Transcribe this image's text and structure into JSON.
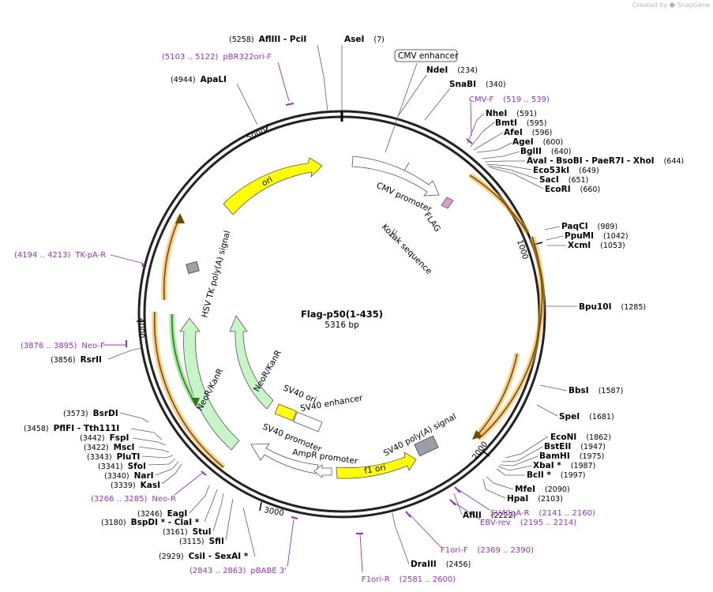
{
  "header": {
    "created_by": "Created by",
    "brand": "SnapGene"
  },
  "plasmid": {
    "name": "Flag-p50(1-435)",
    "length_label": "5316 bp"
  },
  "ticks": [
    "1000",
    "2000",
    "3000",
    "4000",
    "5000"
  ],
  "enzymes": [
    {
      "name": "AflIII  - PciI",
      "pos": "(5258)"
    },
    {
      "name": "AseI",
      "pos": "(7)"
    },
    {
      "name": "ApaLI",
      "pos": "(4944)"
    },
    {
      "name": "NdeI",
      "pos": "(234)"
    },
    {
      "name": "SnaBI",
      "pos": "(340)"
    },
    {
      "name": "NheI",
      "pos": "(591)"
    },
    {
      "name": "BmtI",
      "pos": "(595)"
    },
    {
      "name": "AfeI",
      "pos": "(596)"
    },
    {
      "name": "AgeI",
      "pos": "(600)"
    },
    {
      "name": "BglII",
      "pos": "(640)"
    },
    {
      "name": "AvaI   - BsoBI   - PaeR7I   - XhoI",
      "pos": "(644)"
    },
    {
      "name": "Eco53kI",
      "pos": "(649)"
    },
    {
      "name": "SacI",
      "pos": "(651)"
    },
    {
      "name": "EcoRI",
      "pos": "(660)"
    },
    {
      "name": "PaqCI",
      "pos": "(989)"
    },
    {
      "name": "PpuMI",
      "pos": "(1042)"
    },
    {
      "name": "XcmI",
      "pos": "(1053)"
    },
    {
      "name": "Bpu10I",
      "pos": "(1285)"
    },
    {
      "name": "BbsI",
      "pos": "(1587)"
    },
    {
      "name": "SpeI",
      "pos": "(1681)"
    },
    {
      "name": "EcoNI",
      "pos": "(1862)"
    },
    {
      "name": "BstEII",
      "pos": "(1947)"
    },
    {
      "name": "BamHI",
      "pos": "(1975)"
    },
    {
      "name": "XbaI *",
      "pos": "(1987)"
    },
    {
      "name": "BclI *",
      "pos": "(1997)"
    },
    {
      "name": "MfeI",
      "pos": "(2090)"
    },
    {
      "name": "HpaI",
      "pos": "(2103)"
    },
    {
      "name": "AflII",
      "pos": "(2222)"
    },
    {
      "name": "DraIII",
      "pos": "(2456)"
    },
    {
      "name": "RsrII",
      "pos": "(3856)"
    },
    {
      "name": "BsrDI",
      "pos": "(3573)"
    },
    {
      "name": "PflFI  - Tth111I",
      "pos": "(3458)"
    },
    {
      "name": "FspI",
      "pos": "(3442)"
    },
    {
      "name": "MscI",
      "pos": "(3422)"
    },
    {
      "name": "PluTI",
      "pos": "(3343)"
    },
    {
      "name": "SfoI",
      "pos": "(3341)"
    },
    {
      "name": "NarI",
      "pos": "(3340)"
    },
    {
      "name": "KasI",
      "pos": "(3339)"
    },
    {
      "name": "EagI",
      "pos": "(3246)"
    },
    {
      "name": "BspDI *  - ClaI *",
      "pos": "(3180)"
    },
    {
      "name": "StuI",
      "pos": "(3161)"
    },
    {
      "name": "SfiI",
      "pos": "(3115)"
    },
    {
      "name": "CsiI  - SexAI *",
      "pos": "(2929)"
    }
  ],
  "primers": [
    {
      "name": "pBR322ori-F",
      "range": "(5103 .. 5122)"
    },
    {
      "name": "CMV-F",
      "range": "(519 .. 539)"
    },
    {
      "name": "TK-pA-R",
      "range": "(4194 .. 4213)"
    },
    {
      "name": "Neo-F",
      "range": "(3876 .. 3895)"
    },
    {
      "name": "Neo-R",
      "range": "(3266 .. 3285)"
    },
    {
      "name": "pBABE 3'",
      "range": "(2843 .. 2863)"
    },
    {
      "name": "F1ori-R",
      "range": "(2581 .. 2600)"
    },
    {
      "name": "F1ori-F",
      "range": "(2369 .. 2390)"
    },
    {
      "name": "EBV-rev",
      "range": "(2195 .. 2214)"
    },
    {
      "name": "SV40pA-R",
      "range": "(2141 .. 2160)"
    }
  ],
  "features": {
    "cmv_enhancer": "CMV enhancer",
    "cmv_promoter": "CMV promoter",
    "flag": "FLAG",
    "kozak": "Kozak sequence",
    "ori": "ori",
    "hsv_tk": "HSV TK poly(A) signal",
    "neo_outer": "NeoR/KanR",
    "neo_inner": "NeoR/KanR",
    "sv40_ori": "SV40 ori",
    "sv40_enhancer": "SV40 enhancer",
    "sv40_promoter": "SV40 promoter",
    "ampr_promoter": "AmpR promoter",
    "f1_ori": "f1 ori",
    "sv40_polya": "SV40 poly(A) signal"
  },
  "colors": {
    "backbone": "#222222",
    "orf_orange": "#f5a623",
    "ori_yellow": "#ffff00",
    "neo_green": "#c8f5c8",
    "primer_purple": "#9b30c8",
    "flag_pink": "#d8a0c8",
    "polya_gray": "#9aa0a6"
  }
}
